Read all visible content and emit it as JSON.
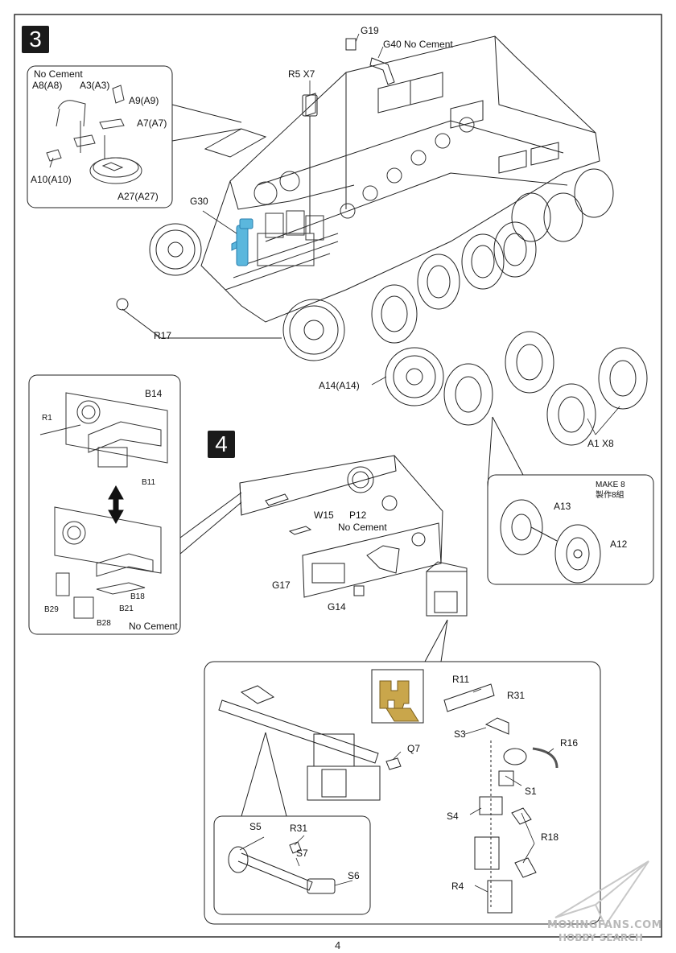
{
  "page_number": "4",
  "steps": [
    "3",
    "4"
  ],
  "step3": {
    "inset": {
      "no_cement": "No Cement",
      "a8": "A8(A8)",
      "a3": "A3(A3)",
      "a9": "A9(A9)",
      "a7": "A7(A7)",
      "a10": "A10(A10)",
      "a27": "A27(A27)"
    },
    "g19": "G19",
    "g40": "G40 No Cement",
    "r5": "R5 X7",
    "g30": "G30",
    "r17": "R17",
    "a14": "A14(A14)",
    "a1": "A1 X8"
  },
  "step4": {
    "left_inset": {
      "b14": "B14",
      "r1": "R1",
      "b11": "B11",
      "b29": "B29",
      "b18": "B18",
      "b21": "B21",
      "b28": "B28",
      "no_cement": "No Cement"
    },
    "w15": "W15",
    "p12": "P12",
    "p12_note": "No Cement",
    "g17": "G17",
    "g14": "G14",
    "wheel_inset": {
      "make8": "MAKE 8",
      "make8_cn": "製作8組",
      "a13": "A13",
      "a12": "A12"
    },
    "bottom_inset": {
      "r11": "R11",
      "r31": "R31",
      "s3": "S3",
      "r16": "R16",
      "q7": "Q7",
      "s1": "S1",
      "s4": "S4",
      "r18": "R18",
      "r4": "R4",
      "sub": {
        "s5": "S5",
        "r31": "R31",
        "s7": "S7",
        "s6": "S6"
      }
    }
  },
  "watermark": {
    "line1": "MOXINGFANS.COM",
    "line2": "HOBBY SEARCH"
  }
}
